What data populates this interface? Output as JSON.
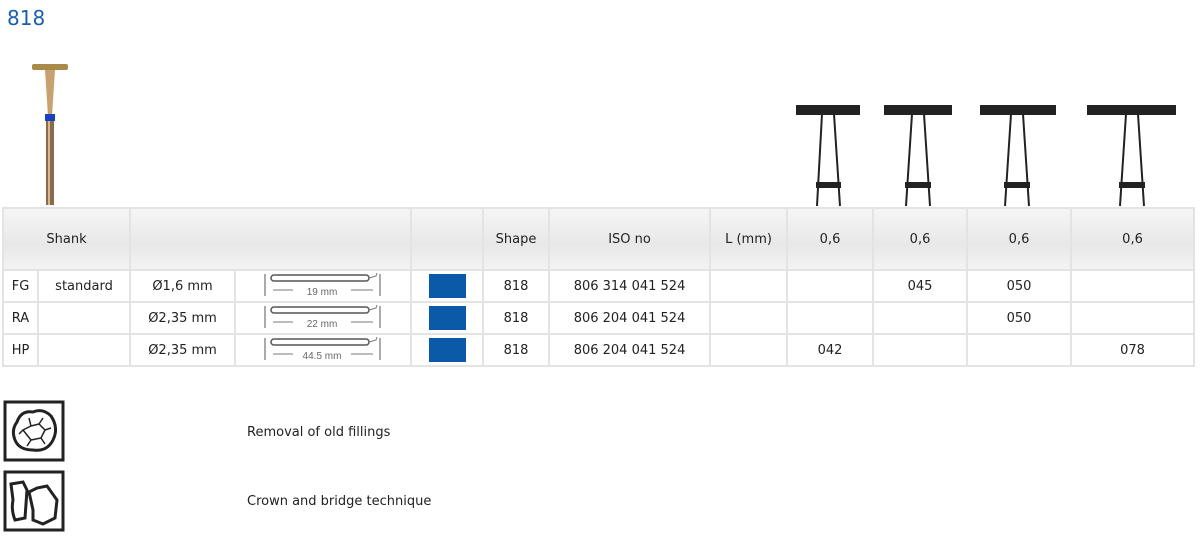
{
  "title": "818",
  "table": {
    "headers": [
      "Shank",
      "",
      "",
      "",
      "Shape",
      "ISO no",
      "L (mm)",
      "0,6",
      "0,6",
      "0,6",
      "0,6"
    ],
    "rows": [
      {
        "type": "FG",
        "shank": "standard",
        "diameter": "Ø1,6 mm",
        "length": "19 mm",
        "shape": "818",
        "iso": "806 314 041 524",
        "l": "",
        "sizes": [
          "",
          "045",
          "050",
          ""
        ]
      },
      {
        "type": "RA",
        "shank": "",
        "diameter": "Ø2,35 mm",
        "length": "22 mm",
        "shape": "818",
        "iso": "806 204 041 524",
        "l": "",
        "sizes": [
          "",
          "",
          "050",
          ""
        ]
      },
      {
        "type": "HP",
        "shank": "",
        "diameter": "Ø2,35 mm",
        "length": "44.5 mm",
        "shape": "818",
        "iso": "806 204 041 524",
        "l": "",
        "sizes": [
          "042",
          "",
          "",
          "078"
        ]
      }
    ],
    "swatch_color": "#0a5aa8"
  },
  "indications": [
    {
      "icon": "old-fillings-icon",
      "label": "Removal of old fillings"
    },
    {
      "icon": "crown-bridge-icon",
      "label": "Crown and bridge technique"
    }
  ]
}
